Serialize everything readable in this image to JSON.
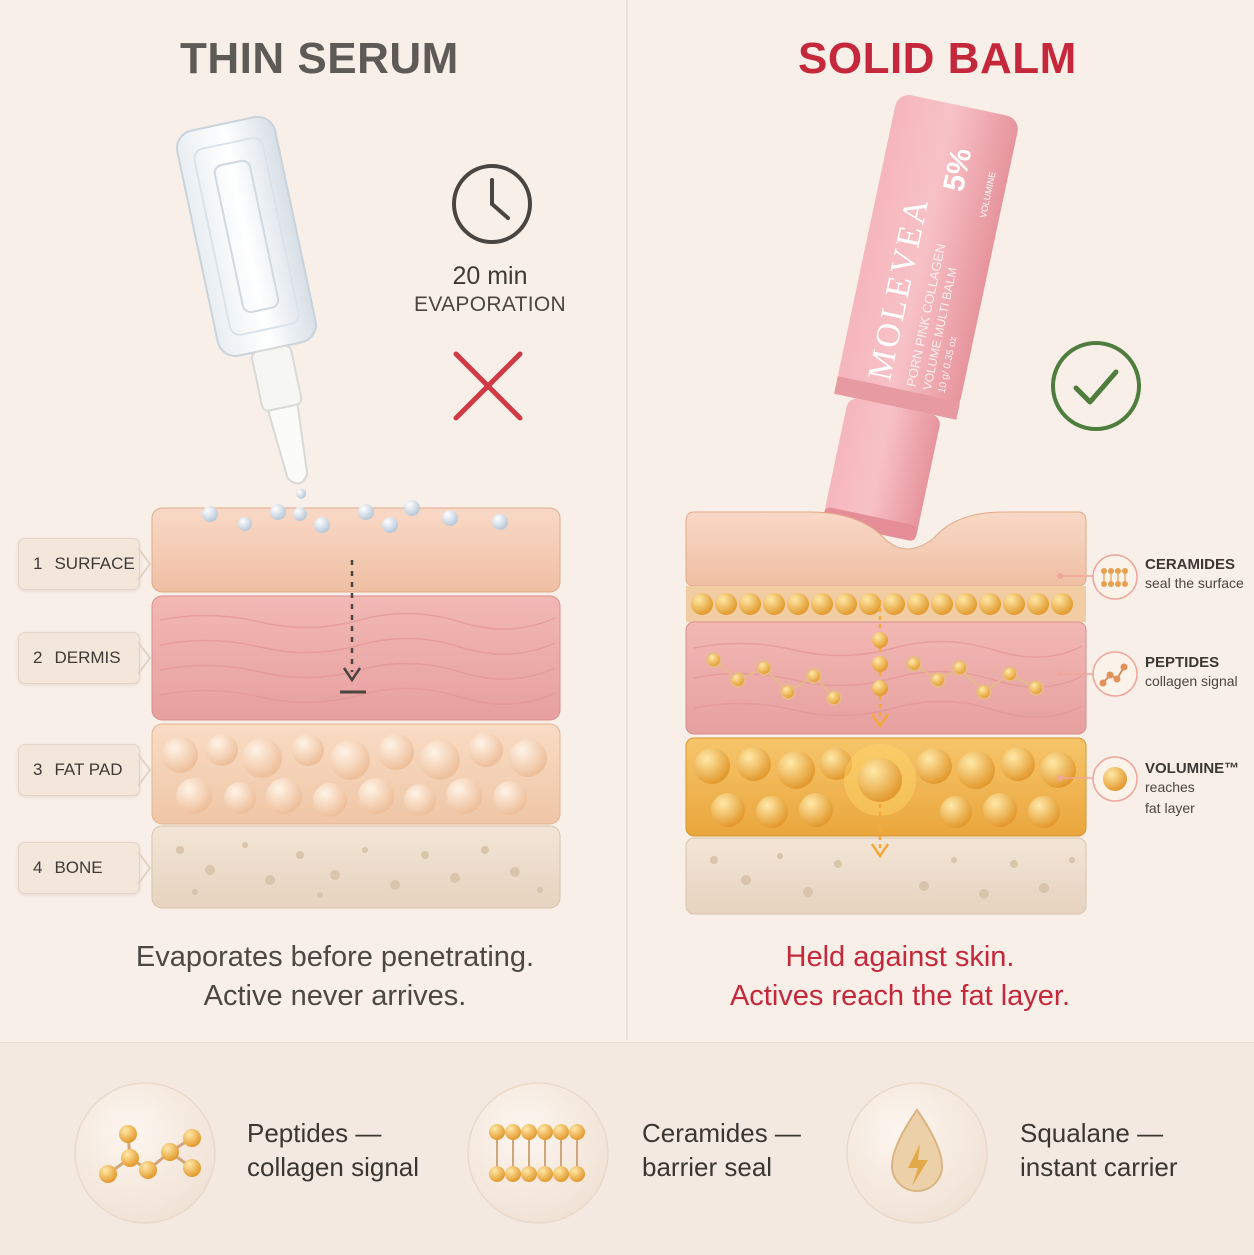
{
  "left": {
    "title": "THIN SERUM",
    "timer": {
      "value": "20 min",
      "label": "EVAPORATION"
    },
    "layers": [
      {
        "num": "1",
        "label": "SURFACE"
      },
      {
        "num": "2",
        "label": "DERMIS"
      },
      {
        "num": "3",
        "label": "FAT PAD"
      },
      {
        "num": "4",
        "label": "BONE"
      }
    ],
    "caption": [
      "Evaporates before penetrating.",
      "Active never arrives."
    ]
  },
  "right": {
    "title": "SOLID BALM",
    "product": {
      "brand": "MOLEVEA",
      "name": "PORN PINK COLLAGEN",
      "sub": "VOLUME MULTI BALM",
      "size": "10 g/ 0.35 oz",
      "percent": "5%",
      "tag": "VOLUMINE"
    },
    "annotations": [
      {
        "head": "CERAMIDES",
        "sub": [
          "seal the surface"
        ]
      },
      {
        "head": "PEPTIDES",
        "sub": [
          "collagen signal"
        ]
      },
      {
        "head": "VOLUMINE™",
        "sub": [
          "reaches",
          "fat layer"
        ]
      }
    ],
    "caption": [
      "Held against skin.",
      "Actives reach the fat layer."
    ]
  },
  "ingredients": [
    {
      "icon": "peptide-molecule-icon",
      "title": "Peptides —",
      "sub": "collagen signal"
    },
    {
      "icon": "ceramide-bilayer-icon",
      "title": "Ceramides —",
      "sub": "barrier seal"
    },
    {
      "icon": "squalane-drop-icon",
      "title": "Squalane —",
      "sub": "instant carrier"
    }
  ],
  "colors": {
    "accent_red": "#c5283a",
    "check_green": "#4e7d3e",
    "cross_red": "#cf3a45",
    "tube_pink": "#f2a8b0",
    "gold": "#e9b04a"
  }
}
